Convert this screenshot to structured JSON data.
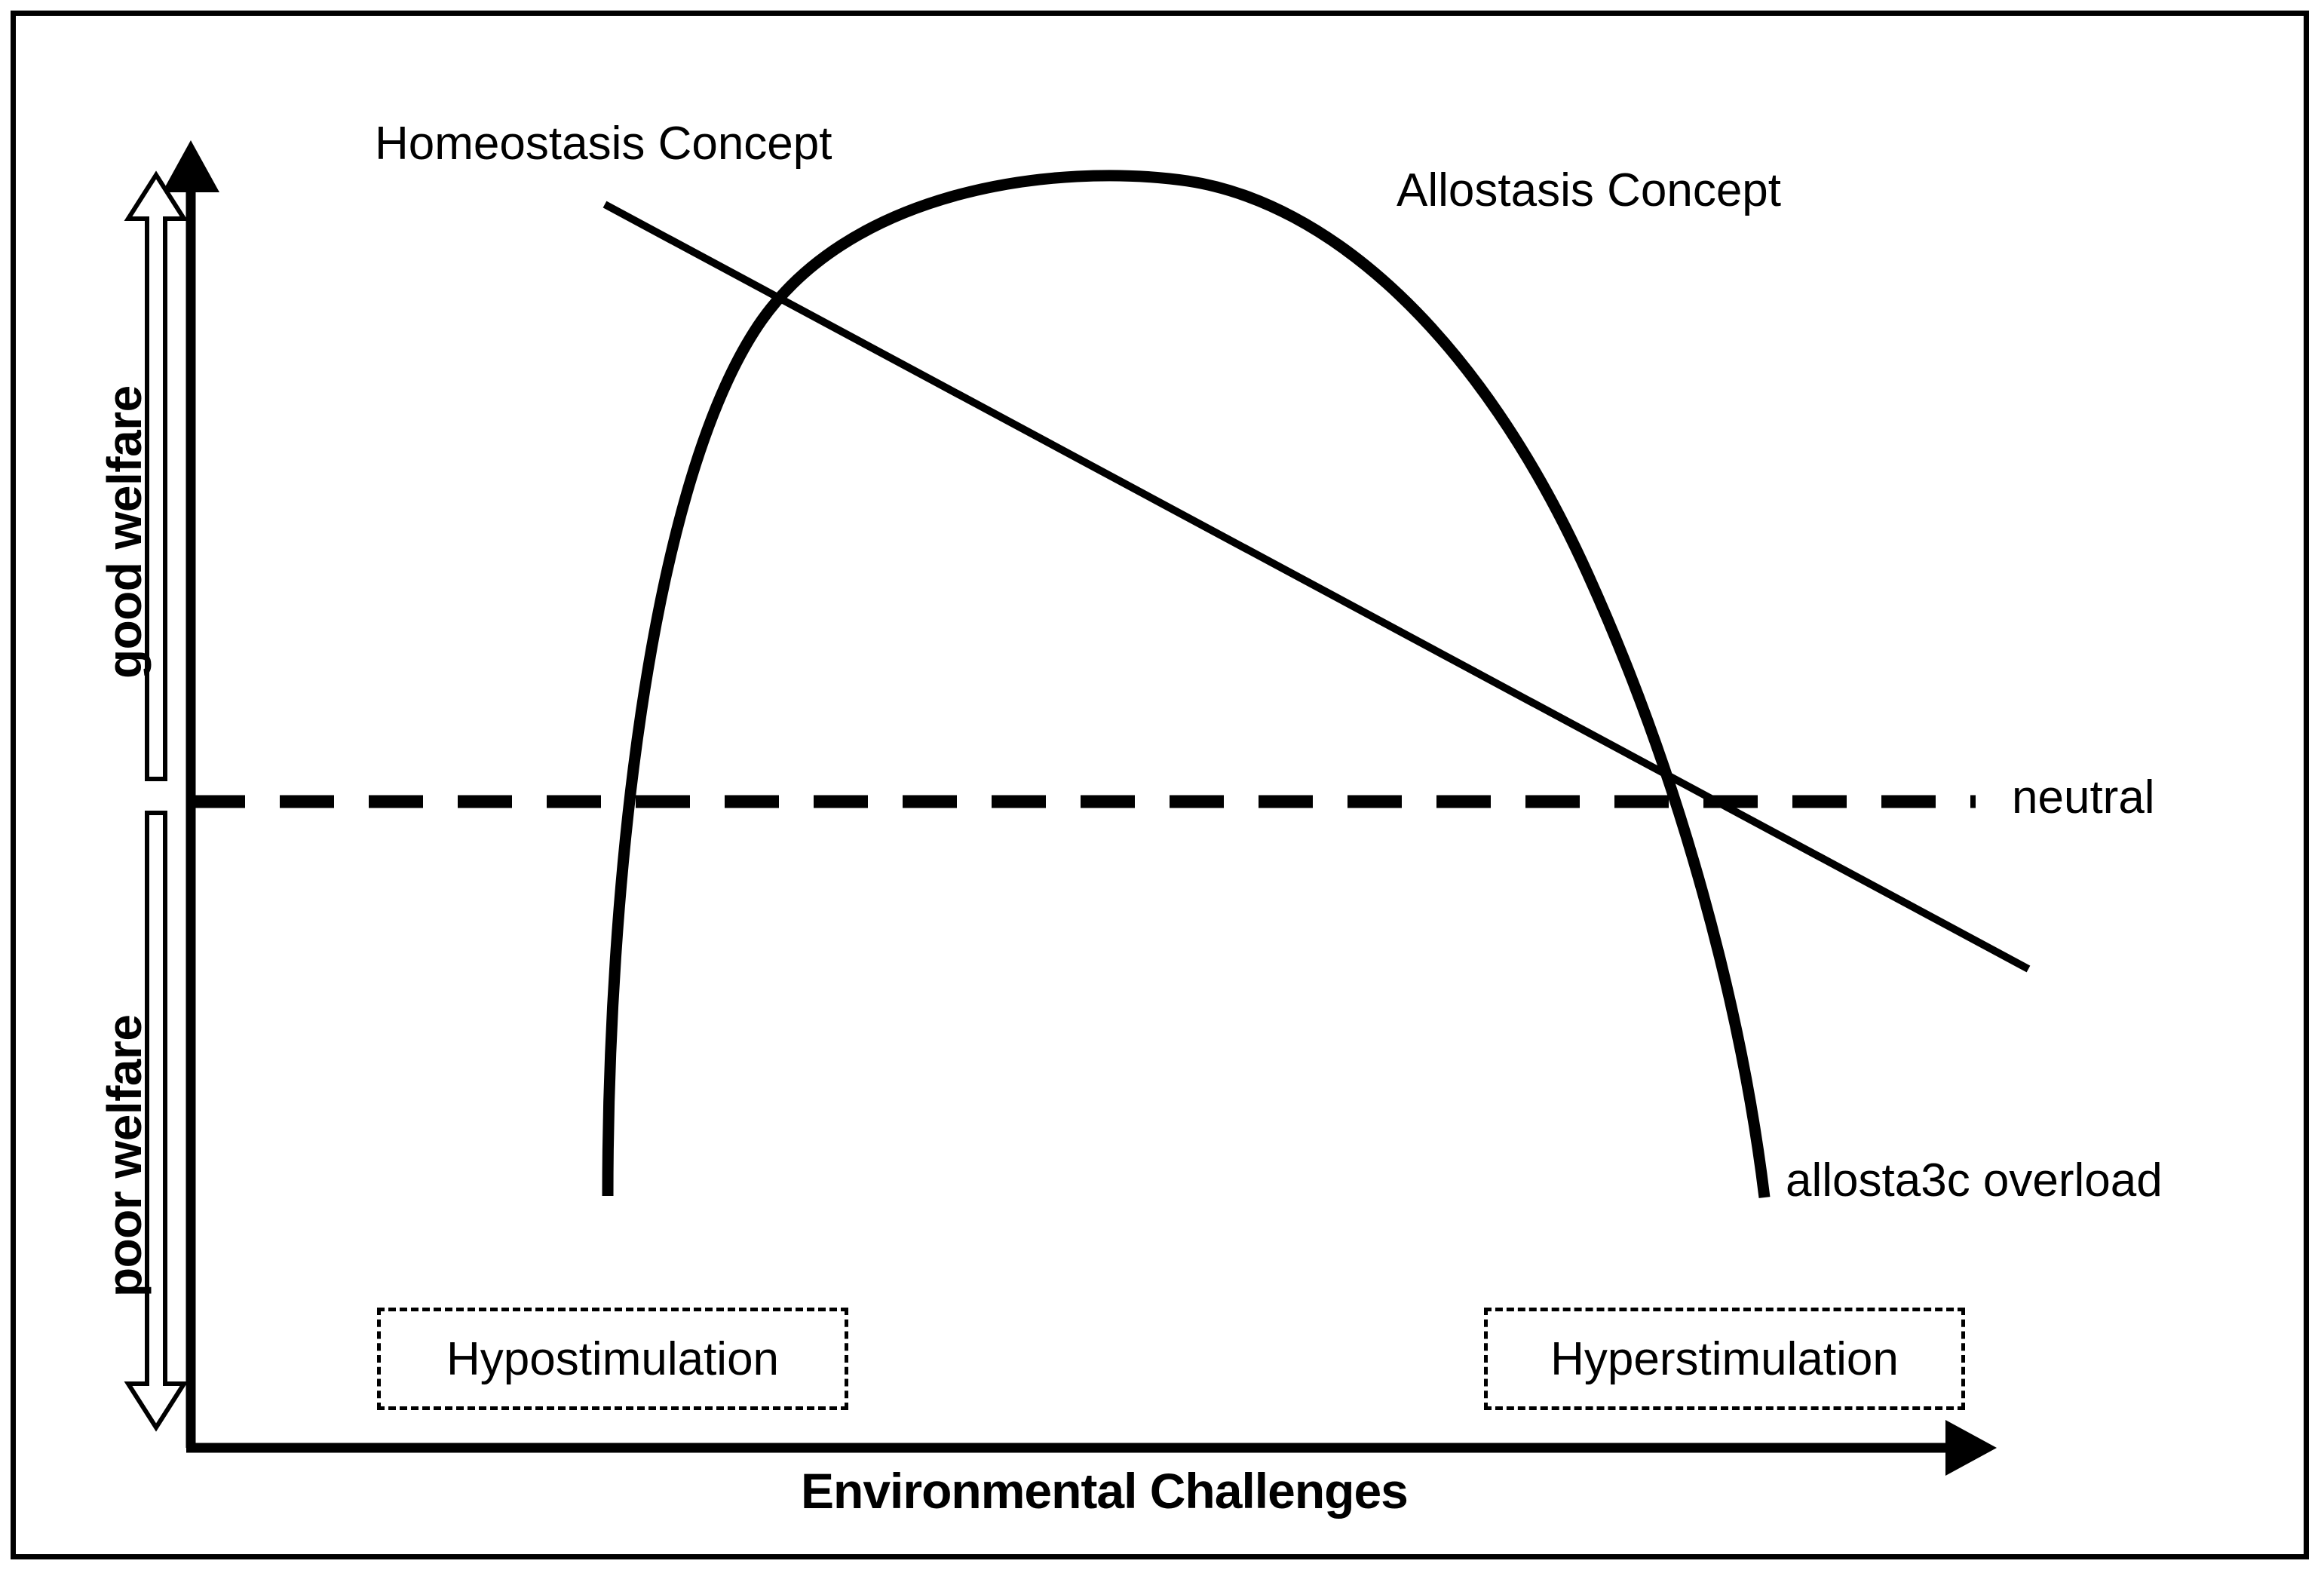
{
  "figure": {
    "type": "conceptual-diagram",
    "background": "#ffffff",
    "stroke_color": "#000000",
    "axes": {
      "x_label": "Environmental Challenges",
      "y_label_upper": "good welfare",
      "y_label_lower": "poor welfare",
      "x_arrow": "right",
      "y_arrow": "up"
    },
    "annotations": {
      "homeostasis": "Homeostasis Concept",
      "allostasis": "Allostasis Concept",
      "neutral": "neutral",
      "overload": "allosta3c overload"
    },
    "zone_boxes": [
      {
        "label": "Hypostimulation",
        "side": "left"
      },
      {
        "label": "Hyperstimulation",
        "side": "right"
      }
    ]
  },
  "chart_data": {
    "type": "line",
    "title": "",
    "xlabel": "Environmental Challenges",
    "ylabel": "Welfare",
    "grid": false,
    "legend": "inline-annotations",
    "axis_notes": {
      "y_positive_region": "good welfare",
      "y_negative_region": "poor welfare",
      "y_zero_line_label": "neutral"
    },
    "series": [
      {
        "name": "Allostasis Concept",
        "shape": "inverted-parabola",
        "description": "Welfare rises from poor at low challenge, peaks at moderate challenge, then falls steeply to allostatic overload at high challenge",
        "x": [
          0,
          5,
          10,
          20,
          30,
          40,
          50,
          60,
          70,
          80,
          90,
          100
        ],
        "y": [
          -60,
          -25,
          0,
          45,
          72,
          88,
          95,
          90,
          72,
          40,
          0,
          -62
        ],
        "annotations": [
          "Allostasis Concept",
          "allosta3c overload"
        ]
      },
      {
        "name": "Homeostasis Concept",
        "shape": "straight-descending-line",
        "description": "Welfare declines linearly as environmental challenge increases, crossing neutral at high challenge",
        "x": [
          0,
          100
        ],
        "y": [
          88,
          -22
        ],
        "annotations": [
          "Homeostasis Concept"
        ]
      },
      {
        "name": "neutral",
        "shape": "dashed-horizontal-reference",
        "x": [
          0,
          100
        ],
        "y": [
          0,
          0
        ],
        "annotations": [
          "neutral"
        ]
      }
    ],
    "regions": [
      {
        "label": "Hypostimulation",
        "x_range": [
          6,
          26
        ]
      },
      {
        "label": "Hyperstimulation",
        "x_range": [
          73,
          94
        ]
      }
    ]
  }
}
